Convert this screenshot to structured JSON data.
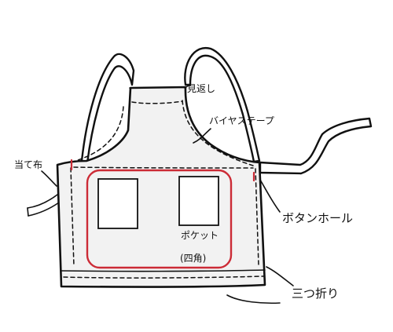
{
  "labels": {
    "facing": "見返し",
    "bias_tape": "バイヤステープ",
    "patch": "当て布",
    "buttonhole": "ボタンホール",
    "pocket": "ポケット",
    "pocket_shape": "(四角)",
    "triple_fold": "三つ折り"
  },
  "colors": {
    "pocket_outline": "#cc2b36",
    "buttonhole": "#cc2b36",
    "fabric": "#f2f2f2",
    "ink": "#111111"
  }
}
